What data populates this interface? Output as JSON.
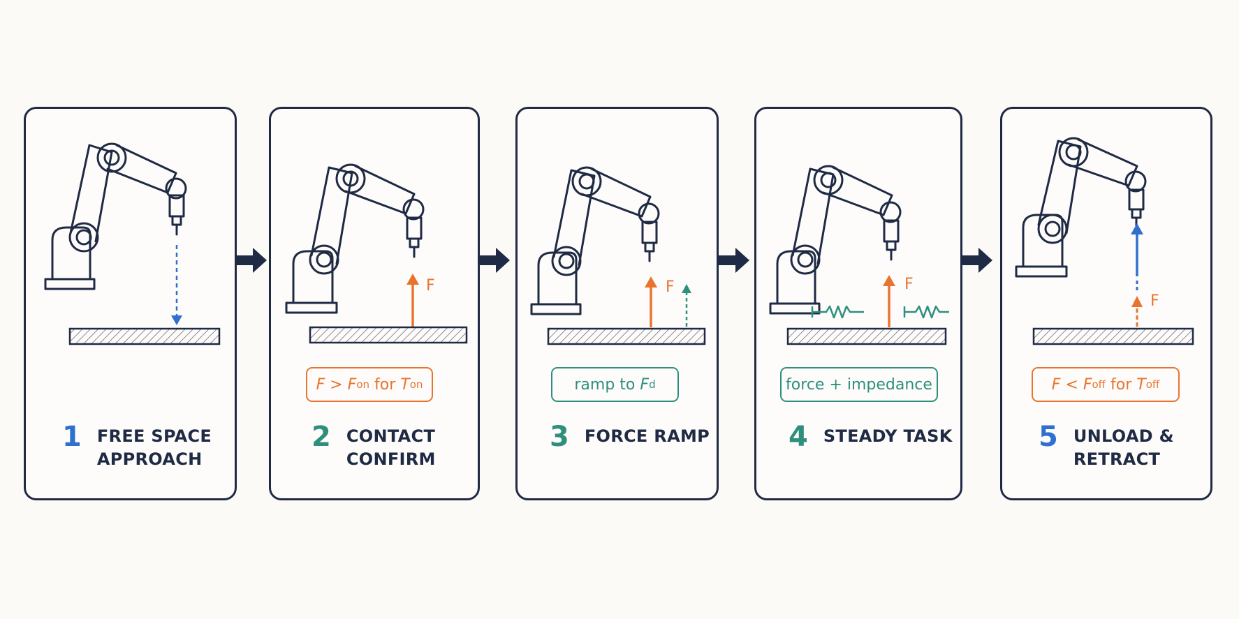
{
  "steps": [
    {
      "number": "1",
      "title_line1": "FREE SPACE",
      "title_line2": "APPROACH",
      "condition": null,
      "force_label": null
    },
    {
      "number": "2",
      "title_line1": "CONTACT",
      "title_line2": "CONFIRM",
      "condition": {
        "var": "F",
        "op": ">",
        "sym": "F",
        "sub": "on",
        "mid": "for",
        "sym2": "T",
        "sub2": "on"
      },
      "force_label": "F"
    },
    {
      "number": "3",
      "title_line1": "FORCE RAMP",
      "title_line2": "",
      "condition": {
        "text": "ramp to",
        "sym": "F",
        "sub": "d"
      },
      "force_label": "F"
    },
    {
      "number": "4",
      "title_line1": "STEADY TASK",
      "title_line2": "",
      "condition": {
        "text": "force + impedance"
      },
      "force_label": "F"
    },
    {
      "number": "5",
      "title_line1": "UNLOAD &",
      "title_line2": "RETRACT",
      "condition": {
        "var": "F",
        "op": "<",
        "sym": "F",
        "sub": "off",
        "mid": "for",
        "sym2": "T",
        "sub2": "off"
      },
      "force_label": "F"
    }
  ],
  "colors": {
    "ink": "#1f2a44",
    "blue": "#2f6fd0",
    "orange": "#e8742f",
    "teal": "#2f8f7d",
    "background": "#fbfaf7"
  },
  "icons": [
    "robot-arm-icon",
    "arrow-right-icon",
    "spring-icon",
    "force-arrow-icon"
  ]
}
